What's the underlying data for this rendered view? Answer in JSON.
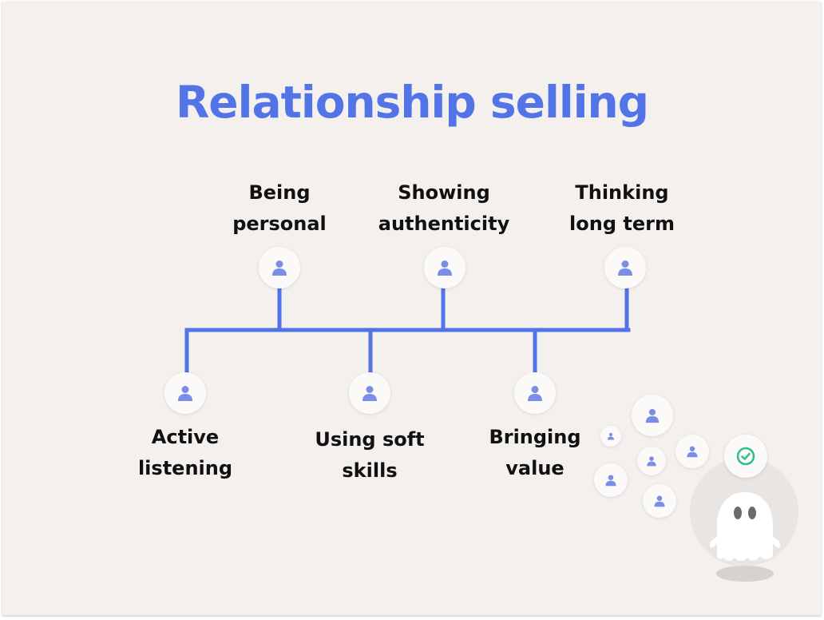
{
  "title": "Relationship selling",
  "colors": {
    "accent": "#5274e6",
    "icon": "#7b8ee6",
    "background": "#f3f0ed",
    "check": "#2fbf8a"
  },
  "top_items": [
    {
      "line1": "Being",
      "line2": "personal",
      "icon": "person-icon"
    },
    {
      "line1": "Showing",
      "line2": "authenticity",
      "icon": "person-icon"
    },
    {
      "line1": "Thinking",
      "line2": "long term",
      "icon": "person-icon"
    }
  ],
  "bottom_items": [
    {
      "line1": "Active",
      "line2": "listening",
      "icon": "person-icon"
    },
    {
      "line1": "Using soft",
      "line2": "skills",
      "icon": "person-icon"
    },
    {
      "line1": "Bringing",
      "line2": "value",
      "icon": "person-icon"
    }
  ],
  "decoration": {
    "badge_icon": "check-circle-icon",
    "mascot_icon": "ghost-icon"
  }
}
